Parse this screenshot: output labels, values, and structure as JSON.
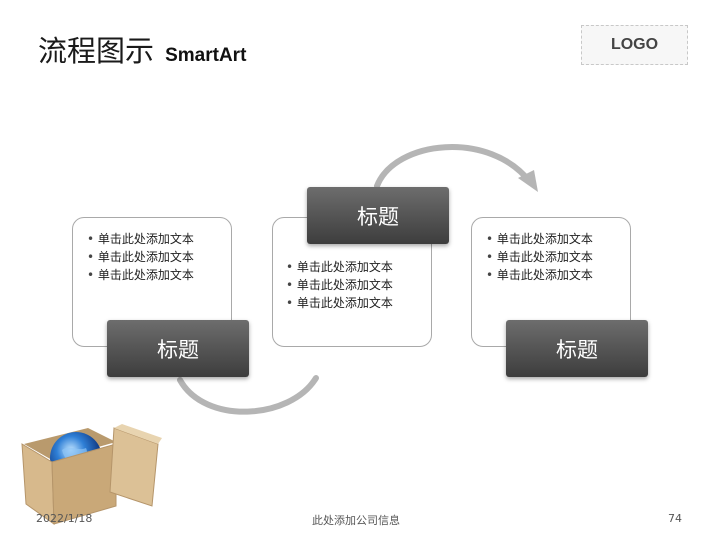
{
  "slide": {
    "title_cn": "流程图示",
    "title_en": "SmartArt",
    "logo": "LOGO"
  },
  "steps": [
    {
      "title": "标题",
      "bullets": [
        "单击此处添加文本",
        "单击此处添加文本",
        "单击此处添加文本"
      ]
    },
    {
      "title": "标题",
      "bullets": [
        "单击此处添加文本",
        "单击此处添加文本",
        "单击此处添加文本"
      ]
    },
    {
      "title": "标题",
      "bullets": [
        "单击此处添加文本",
        "单击此处添加文本",
        "单击此处添加文本"
      ]
    }
  ],
  "footer": {
    "date": "2022/1/18",
    "company": "此处添加公司信息",
    "page": "74"
  },
  "illustration": {
    "icon": "globe-in-box-icon"
  },
  "colors": {
    "title_box_top": "#6d6d6d",
    "title_box_bottom": "#3d3d3d",
    "arrow": "#b5b5b5",
    "card_border": "#a9a9a9"
  }
}
